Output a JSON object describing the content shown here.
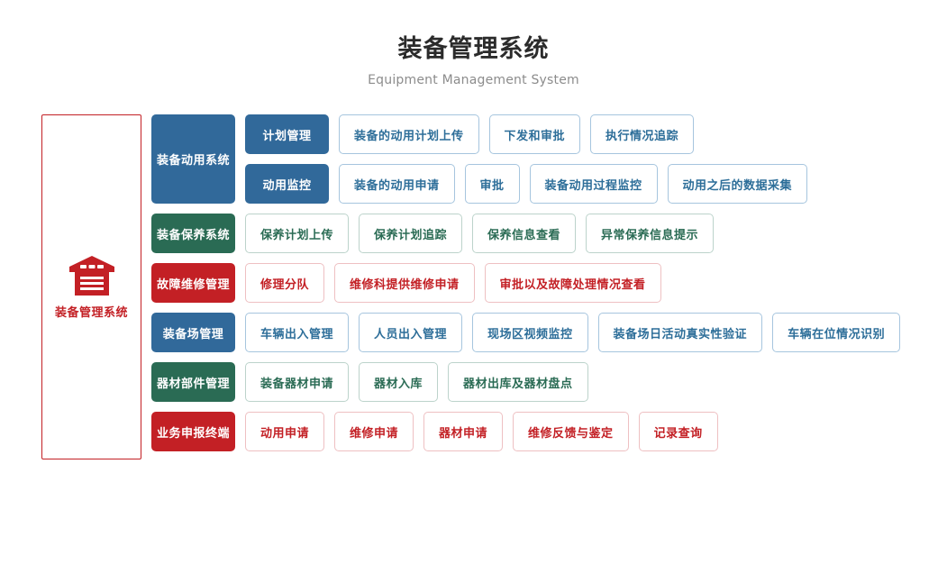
{
  "header": {
    "title": "装备管理系统",
    "subtitle": "Equipment Management System"
  },
  "brand_panel": {
    "icon": "warehouse-icon",
    "label": "装备管理系统",
    "border_color": "#c32025",
    "text_color": "#c32025"
  },
  "palette": {
    "blue": "#31699a",
    "blue_text": "#2d6e99",
    "blue_border": "#a6c5de",
    "green": "#2a6b54",
    "green_border": "#bcd3cb",
    "red": "#c32025",
    "red_border": "#eec0c2",
    "title_color": "#2b2b2b",
    "subtitle_color": "#8c8c8c",
    "background": "#ffffff"
  },
  "groups": [
    {
      "id": "equipment-dispatch-system",
      "category": "装备动用系统",
      "color": "blue",
      "subrows": [
        {
          "subcategory": "计划管理",
          "items": [
            "装备的动用计划上传",
            "下发和审批",
            "执行情况追踪"
          ]
        },
        {
          "subcategory": "动用监控",
          "items": [
            "装备的动用申请",
            "审批",
            "装备动用过程监控",
            "动用之后的数据采集"
          ]
        }
      ]
    },
    {
      "id": "equipment-maintenance-system",
      "category": "装备保养系统",
      "color": "green",
      "subrows": [
        {
          "subcategory": null,
          "items": [
            "保养计划上传",
            "保养计划追踪",
            "保养信息查看",
            "异常保养信息提示"
          ]
        }
      ]
    },
    {
      "id": "fault-repair-management",
      "category": "故障维修管理",
      "color": "red",
      "subrows": [
        {
          "subcategory": null,
          "items": [
            "修理分队",
            "维修科提供维修申请",
            "审批以及故障处理情况查看"
          ]
        }
      ]
    },
    {
      "id": "equipment-yard-management",
      "category": "装备场管理",
      "color": "blue",
      "subrows": [
        {
          "subcategory": null,
          "items": [
            "车辆出入管理",
            "人员出入管理",
            "现场区视频监控",
            "装备场日活动真实性验证",
            "车辆在位情况识别"
          ]
        }
      ]
    },
    {
      "id": "parts-components-management",
      "category": "器材部件管理",
      "color": "green",
      "subrows": [
        {
          "subcategory": null,
          "items": [
            "装备器材申请",
            "器材入库",
            "器材出库及器材盘点"
          ]
        }
      ]
    },
    {
      "id": "business-declaration-terminal",
      "category": "业务申报终端",
      "color": "red",
      "subrows": [
        {
          "subcategory": null,
          "items": [
            "动用申请",
            "维修申请",
            "器材申请",
            "维修反馈与鉴定",
            "记录查询"
          ]
        }
      ]
    }
  ]
}
